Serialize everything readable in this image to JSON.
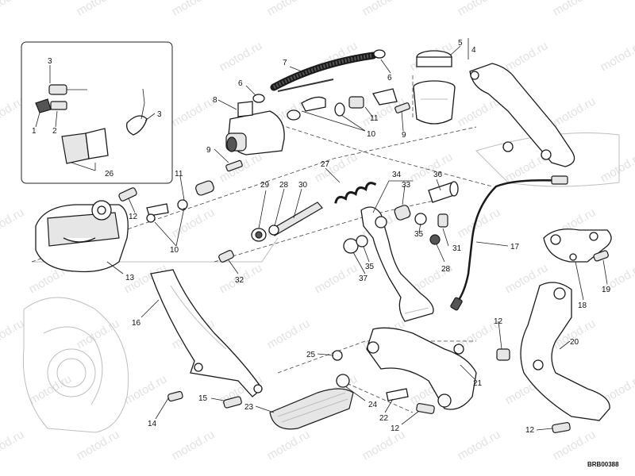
{
  "watermark": "motod.ru",
  "drawing_code": "BRB00388",
  "labels": [
    {
      "id": "l1",
      "text": "1"
    },
    {
      "id": "l2",
      "text": "2"
    },
    {
      "id": "l3a",
      "text": "3"
    },
    {
      "id": "l3b",
      "text": "3"
    },
    {
      "id": "l26",
      "text": "26"
    },
    {
      "id": "l4",
      "text": "4"
    },
    {
      "id": "l5",
      "text": "5"
    },
    {
      "id": "l6a",
      "text": "6"
    },
    {
      "id": "l6b",
      "text": "6"
    },
    {
      "id": "l7",
      "text": "7"
    },
    {
      "id": "l8",
      "text": "8"
    },
    {
      "id": "l9a",
      "text": "9"
    },
    {
      "id": "l9b",
      "text": "9"
    },
    {
      "id": "l10a",
      "text": "10"
    },
    {
      "id": "l10b",
      "text": "10"
    },
    {
      "id": "l11a",
      "text": "11"
    },
    {
      "id": "l11b",
      "text": "11"
    },
    {
      "id": "l12a",
      "text": "12"
    },
    {
      "id": "l12b",
      "text": "12"
    },
    {
      "id": "l12c",
      "text": "12"
    },
    {
      "id": "l12d",
      "text": "12"
    },
    {
      "id": "l13",
      "text": "13"
    },
    {
      "id": "l14",
      "text": "14"
    },
    {
      "id": "l15",
      "text": "15"
    },
    {
      "id": "l16",
      "text": "16"
    },
    {
      "id": "l17",
      "text": "17"
    },
    {
      "id": "l18",
      "text": "18"
    },
    {
      "id": "l19",
      "text": "19"
    },
    {
      "id": "l20",
      "text": "20"
    },
    {
      "id": "l21",
      "text": "21"
    },
    {
      "id": "l22",
      "text": "22"
    },
    {
      "id": "l23",
      "text": "23"
    },
    {
      "id": "l24",
      "text": "24"
    },
    {
      "id": "l25",
      "text": "25"
    },
    {
      "id": "l27",
      "text": "27"
    },
    {
      "id": "l28a",
      "text": "28"
    },
    {
      "id": "l28b",
      "text": "28"
    },
    {
      "id": "l29",
      "text": "29"
    },
    {
      "id": "l30",
      "text": "30"
    },
    {
      "id": "l31",
      "text": "31"
    },
    {
      "id": "l32",
      "text": "32"
    },
    {
      "id": "l33",
      "text": "33"
    },
    {
      "id": "l34",
      "text": "34"
    },
    {
      "id": "l35a",
      "text": "35"
    },
    {
      "id": "l35b",
      "text": "35"
    },
    {
      "id": "l36",
      "text": "36"
    },
    {
      "id": "l37",
      "text": "37"
    }
  ]
}
